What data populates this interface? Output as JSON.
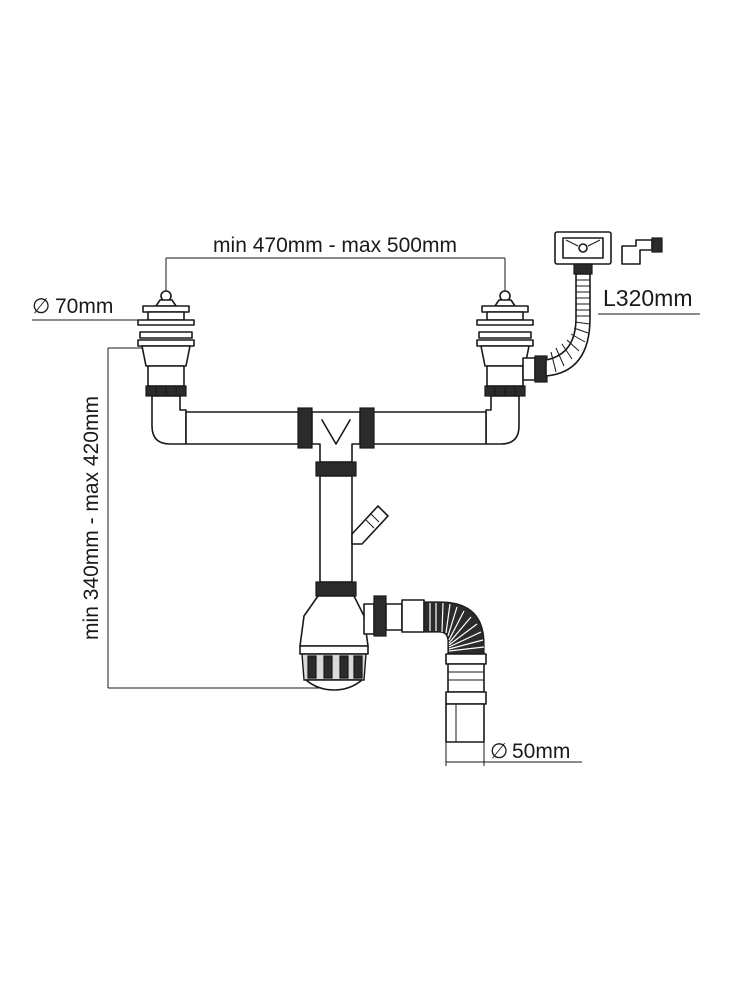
{
  "labels": {
    "width_range": "min 470mm - max 500mm",
    "outlet_diameter": "70mm",
    "hose_length": "L320mm",
    "height_range": "min 340mm - max 420mm",
    "drain_diameter": "50mm"
  },
  "symbols": {
    "diameter": "∅"
  },
  "colors": {
    "line": "#1a1a1a",
    "fill_dark": "#2b2b2b",
    "fill_grey": "#d9d9d9",
    "background": "#ffffff"
  }
}
